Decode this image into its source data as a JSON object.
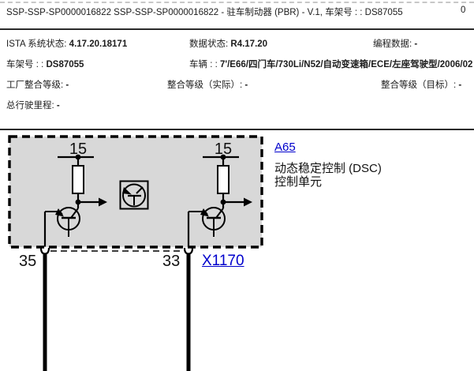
{
  "header": {
    "title": "SSP-SSP-SP0000016822 SSP-SSP-SP0000016822 - 驻车制动器 (PBR) - V.1, 车架号 : : DS87055",
    "page_number": "0"
  },
  "info": {
    "items": [
      {
        "label": "ISTA 系统状态: ",
        "value": "4.17.20.18171"
      },
      {
        "label": "数据状态: ",
        "value": "R4.17.20"
      },
      {
        "label": "编程数据: ",
        "value": "-"
      },
      {
        "label": "车架号 : : ",
        "value": "DS87055"
      },
      {
        "label": "车辆 : : ",
        "value": "7'/E66/四门车/730Li/N52/自动变速箱/ECE/左座驾驶型/2006/02"
      },
      {
        "label": "工厂整合等级: ",
        "value": "-"
      },
      {
        "label": "整合等级（实际）: ",
        "value": "-"
      },
      {
        "label": "整合等级（目标）: ",
        "value": "-"
      },
      {
        "label": "总行驶里程: ",
        "value": "-"
      }
    ]
  },
  "diagram": {
    "terminal_left": "15",
    "terminal_right": "15",
    "pin_left": "35",
    "pin_right": "33",
    "connector_link": "X1170",
    "component_link": "A65",
    "component_name_line1": "动态稳定控制 (DSC)",
    "component_name_line2": "控制单元",
    "colors": {
      "link_blue": "#0000cc",
      "box_fill": "#d8d8d8",
      "line": "#000000"
    }
  }
}
